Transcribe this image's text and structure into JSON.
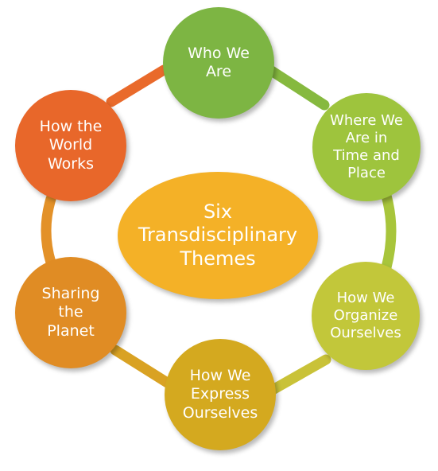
{
  "center": {
    "label": "Six\nTransdisciplinary\nThemes",
    "color": "#f4b127"
  },
  "themes": [
    {
      "label": "Who We\nAre",
      "color": "#7db543"
    },
    {
      "label": "Where We\nAre in\nTime and\nPlace",
      "color": "#9ec43d"
    },
    {
      "label": "How We\nOrganize\nOurselves",
      "color": "#c2c73a"
    },
    {
      "label": "How We\nExpress\nOurselves",
      "color": "#d4a91f"
    },
    {
      "label": "Sharing\nthe\nPlanet",
      "color": "#e08c24"
    },
    {
      "label": "How the\nWorld\nWorks",
      "color": "#e8672a"
    }
  ]
}
